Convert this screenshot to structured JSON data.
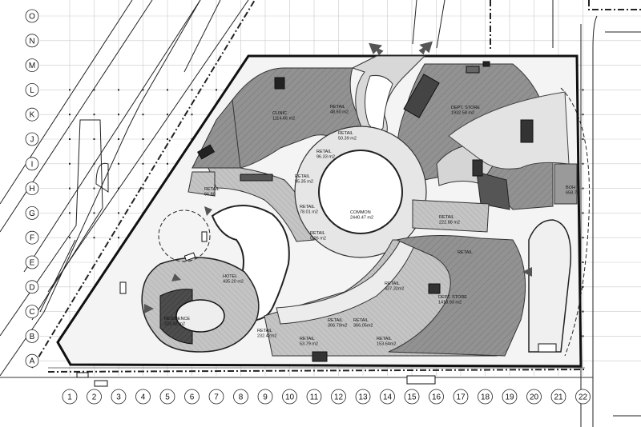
{
  "axes": {
    "rows": [
      "O",
      "N",
      "M",
      "L",
      "K",
      "J",
      "I",
      "H",
      "G",
      "F",
      "E",
      "D",
      "C",
      "B",
      "A"
    ],
    "cols": [
      "1",
      "2",
      "3",
      "4",
      "5",
      "6",
      "7",
      "8",
      "9",
      "10",
      "11",
      "12",
      "13",
      "14",
      "15",
      "16",
      "17",
      "18",
      "19",
      "20",
      "21",
      "22"
    ]
  },
  "rooms": [
    {
      "id": "clinic",
      "lines": [
        "CLINIC",
        "1114.66 m2"
      ]
    },
    {
      "id": "retail-a",
      "lines": [
        "RETAIL",
        "48.50 m2"
      ]
    },
    {
      "id": "retail-b",
      "lines": [
        "RETAIL",
        "50.39 m2"
      ]
    },
    {
      "id": "retail-c",
      "lines": [
        "RETAIL",
        "96.33 m2"
      ]
    },
    {
      "id": "retail-d",
      "lines": [
        "RETAIL",
        "95.35 m2"
      ]
    },
    {
      "id": "retail-e",
      "lines": [
        "RETAIL",
        "78.01 m2"
      ]
    },
    {
      "id": "retail-f",
      "lines": [
        "RETAIL",
        "66.80"
      ]
    },
    {
      "id": "retail-g",
      "lines": [
        "RETAIL",
        "0.26 m2"
      ]
    },
    {
      "id": "common",
      "lines": [
        "COMMON",
        "2440.47 m2"
      ]
    },
    {
      "id": "dept-store-north",
      "lines": [
        "DEPT. STORE",
        "1932.58 m2"
      ]
    },
    {
      "id": "boh",
      "lines": [
        "BOH",
        "658.74"
      ]
    },
    {
      "id": "retail-h",
      "lines": [
        "RETAIL",
        "222.88 m2"
      ]
    },
    {
      "id": "retail-i",
      "lines": [
        "RETAIL"
      ]
    },
    {
      "id": "retail-j",
      "lines": [
        "RETAIL",
        "437.32m2"
      ]
    },
    {
      "id": "dept-store-south",
      "lines": [
        "DEPT. STORE",
        "1418.93 m2"
      ]
    },
    {
      "id": "hotel",
      "lines": [
        "HOTEL",
        "435.20 m2"
      ]
    },
    {
      "id": "residence",
      "lines": [
        "RESIDENCE",
        "223.52 m2"
      ]
    },
    {
      "id": "retail-k",
      "lines": [
        "RETAIL",
        "232.42m2"
      ]
    },
    {
      "id": "retail-l",
      "lines": [
        "RETAIL",
        "53.79 m2"
      ]
    },
    {
      "id": "retail-m",
      "lines": [
        "RETAIL",
        "306.79m2"
      ]
    },
    {
      "id": "retail-n",
      "lines": [
        "RETAIL",
        "366.05m2"
      ]
    },
    {
      "id": "retail-o",
      "lines": [
        "RETAIL",
        "153.64m2"
      ]
    }
  ],
  "colors": {
    "dark": "#8c8c8c",
    "mid": "#bdbdbd",
    "light": "#dedede",
    "grid": "#c9c9c9",
    "line": "#111111"
  }
}
